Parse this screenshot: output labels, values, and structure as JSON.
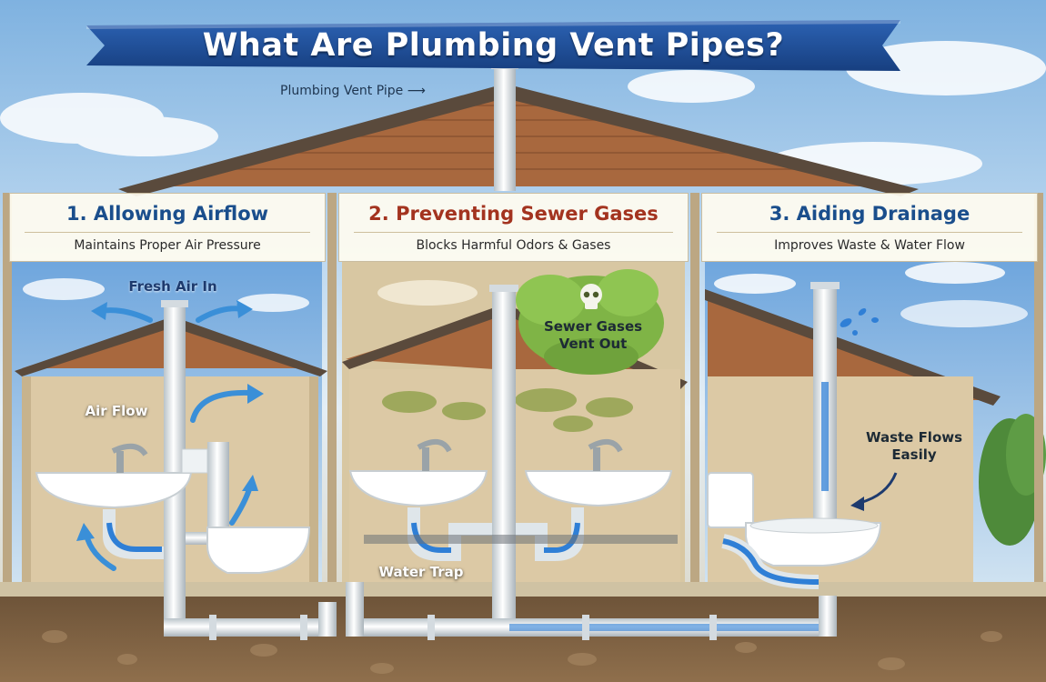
{
  "title": "What Are Plumbing Vent Pipes?",
  "vent_callout": "Plumbing Vent Pipe",
  "panels": [
    {
      "number_title": "1. Allowing Airflow",
      "subtitle": "Maintains Proper Air Pressure",
      "title_color": "#1a4e8c",
      "labels": {
        "fresh_air": "Fresh Air In",
        "air_flow": "Air Flow"
      }
    },
    {
      "number_title": "2. Preventing Sewer Gases",
      "subtitle": "Blocks Harmful Odors & Gases",
      "title_color": "#a3331f",
      "labels": {
        "sewer_gases": "Sewer Gases Vent Out",
        "water_trap": "Water Trap"
      }
    },
    {
      "number_title": "3. Aiding Drainage",
      "subtitle": "Improves Waste & Water Flow",
      "title_color": "#1a4e8c",
      "labels": {
        "waste_flows": "Waste Flows Easily"
      }
    }
  ],
  "colors": {
    "banner": "#1f4f9a",
    "roof": "#5a4a3c",
    "siding": "#a8683e",
    "wall": "#dcc9a5",
    "pipe": "#e7ecef",
    "water": "#2f7fd6",
    "gas_cloud": "#7fb446",
    "soil": "#8a6a49"
  },
  "icons": [
    "skull-icon",
    "fresh-air-arrow-icon",
    "air-flow-arrow-icon",
    "drain-arrow-icon",
    "water-splash-icon"
  ]
}
